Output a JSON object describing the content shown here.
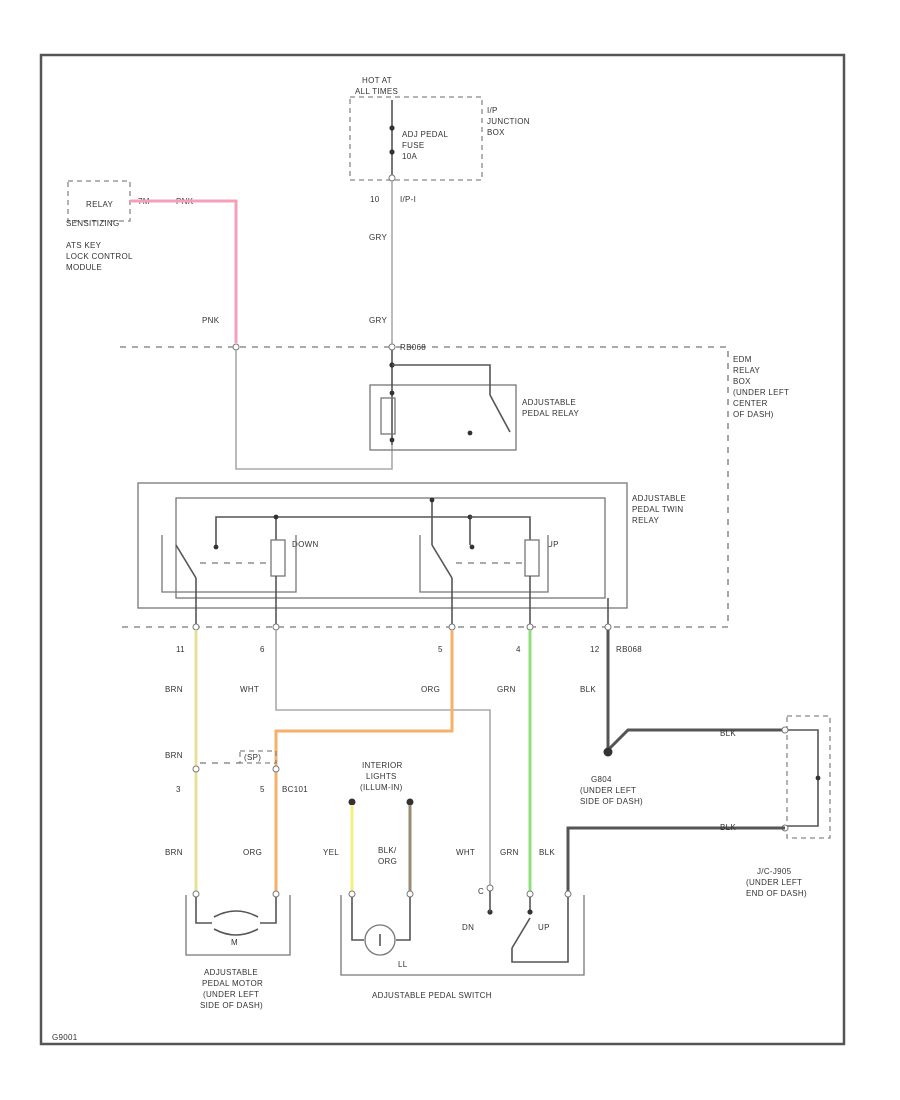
{
  "fuse_block": {
    "hot_line1": "HOT AT",
    "hot_line2": "ALL TIMES",
    "fuse_line1": "ADJ PEDAL",
    "fuse_line2": "FUSE",
    "fuse_line3": "10A",
    "box_line1": "I/P",
    "box_line2": "JUNCTION",
    "box_line3": "BOX",
    "pin_label": "10",
    "conn_label": "I/P-I"
  },
  "relay_module": {
    "line1": "RELAY",
    "line2": "SENSITIZING",
    "pin": "7M",
    "wire_color": "PNK",
    "caption1": "ATS KEY",
    "caption2": "LOCK CONTROL",
    "caption3": "MODULE"
  },
  "wires": {
    "gry_upper": "GRY",
    "gry_lower": "GRY",
    "pnk_lower": "PNK",
    "relay_conn": "RB068",
    "brn1": "BRN",
    "brn2": "BRN",
    "brn3": "BRN",
    "wht1": "WHT",
    "wht2": "WHT",
    "org1": "ORG",
    "org2": "ORG",
    "grn1": "GRN",
    "grn2": "GRN",
    "blk1": "BLK",
    "blk2": "BLK",
    "blk3": "BLK",
    "blk4": "BLK",
    "yel": "YEL",
    "blk_org1": "BLK/",
    "blk_org2": "ORG"
  },
  "pins": {
    "p11": "11",
    "p6": "6",
    "p5": "5",
    "p4": "4",
    "p12": "12",
    "p12_conn": "RB068",
    "m3": "3",
    "m5": "5",
    "m5_conn": "BC101",
    "splice": "(SP)",
    "sw_c": "C",
    "ll": "LL"
  },
  "relay_box": {
    "line1": "EDM",
    "line2": "RELAY",
    "line3": "BOX",
    "line4": "(UNDER LEFT",
    "line5": "CENTER",
    "line6": "OF DASH)"
  },
  "pedal_relay": {
    "line1": "ADJUSTABLE",
    "line2": "PEDAL RELAY"
  },
  "twin_relay": {
    "line1": "ADJUSTABLE",
    "line2": "PEDAL TWIN",
    "line3": "RELAY",
    "down": "DOWN",
    "up": "UP"
  },
  "ground": {
    "line1": "G804",
    "line2": "(UNDER LEFT",
    "line3": "SIDE OF DASH)"
  },
  "jc": {
    "line1": "J/C-J905",
    "line2": "(UNDER LEFT",
    "line3": "END OF DASH)"
  },
  "lights": {
    "line1": "INTERIOR",
    "line2": "LIGHTS",
    "line3": "(ILLUM-IN)"
  },
  "motor": {
    "symbol": "M",
    "line1": "ADJUSTABLE",
    "line2": "PEDAL MOTOR",
    "line3": "(UNDER LEFT",
    "line4": "SIDE OF DASH)"
  },
  "pedal_switch": {
    "label": "ADJUSTABLE PEDAL SWITCH",
    "dn": "DN",
    "up": "UP"
  },
  "footer": {
    "code": "G9001"
  },
  "colors": {
    "pink": "#f4a0b8",
    "gray": "#aaaaaa",
    "tan": "#e8df9a",
    "orange": "#f5b06a",
    "green": "#8fe07a",
    "yellow": "#f2f080",
    "brown": "#9a8a70",
    "black": "#555555"
  }
}
